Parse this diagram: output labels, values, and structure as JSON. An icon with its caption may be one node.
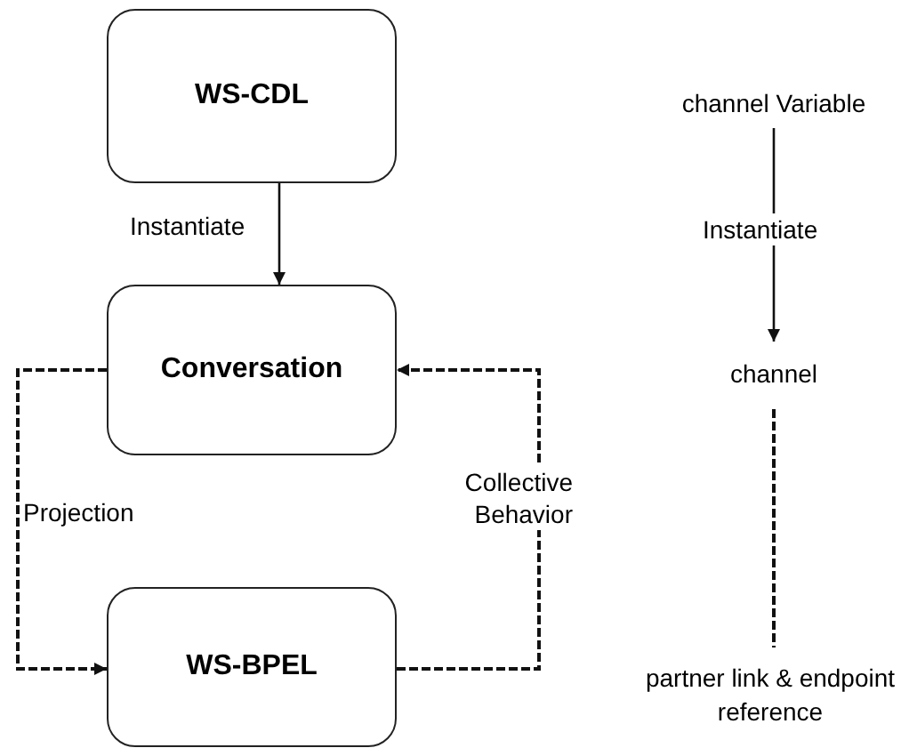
{
  "diagram": {
    "nodes": [
      {
        "text": [
          "WS-CDL"
        ]
      },
      {
        "text": [
          "Conversation"
        ]
      },
      {
        "text": [
          "WS-BPEL"
        ]
      },
      {
        "text": [
          "channel Variable"
        ]
      },
      {
        "text": [
          "channel"
        ]
      },
      {
        "text": [
          "partner link & endpoint reference"
        ]
      }
    ],
    "edges": [
      {
        "from": 0,
        "to": 1,
        "arrow": "to",
        "label": "Instantiate"
      },
      {
        "from": 1,
        "to": 2,
        "arrow": "to",
        "label": "Projection",
        "style": "dashed"
      },
      {
        "from": 2,
        "to": 1,
        "arrow": "to",
        "label": "Collective Behavior",
        "style": "dashed"
      },
      {
        "from": 3,
        "to": 4,
        "arrow": "to",
        "label": "Instantiate"
      },
      {
        "from": 4,
        "to": 5,
        "arrow": "none",
        "style": "dashed"
      }
    ]
  }
}
